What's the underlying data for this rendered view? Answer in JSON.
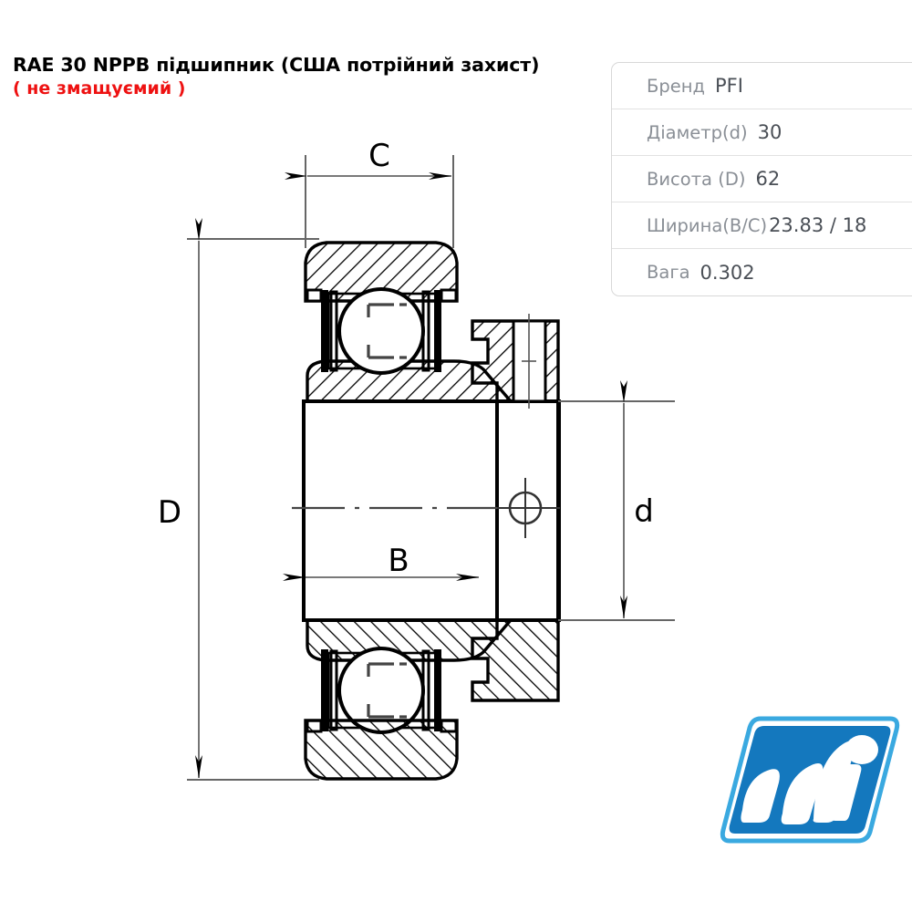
{
  "title": {
    "main": "RAE 30 NPPB підшипник (США потрійний захист)",
    "sub": "( не змащуємий )",
    "sub_color": "#ee1111"
  },
  "spec_table": {
    "rows": [
      {
        "label": "Бренд",
        "value": "PFI"
      },
      {
        "label": "Діаметр(d)",
        "value": "30"
      },
      {
        "label": "Висота (D)",
        "value": "62"
      },
      {
        "label": "Ширина(B/C)",
        "value": "23.83 / 18"
      },
      {
        "label": "Вага",
        "value": "0.302"
      }
    ]
  },
  "drawing": {
    "type": "bearing-cross-section",
    "dimension_labels": {
      "C": "C",
      "D": "D",
      "B": "B",
      "d": "d"
    },
    "line_color": "#000000",
    "thin_line_color": "#666666"
  },
  "logo": {
    "name": "PFI",
    "brand_color": "#1478be",
    "outline_color": "#3aa9e0",
    "mark_color": "#ffffff"
  }
}
